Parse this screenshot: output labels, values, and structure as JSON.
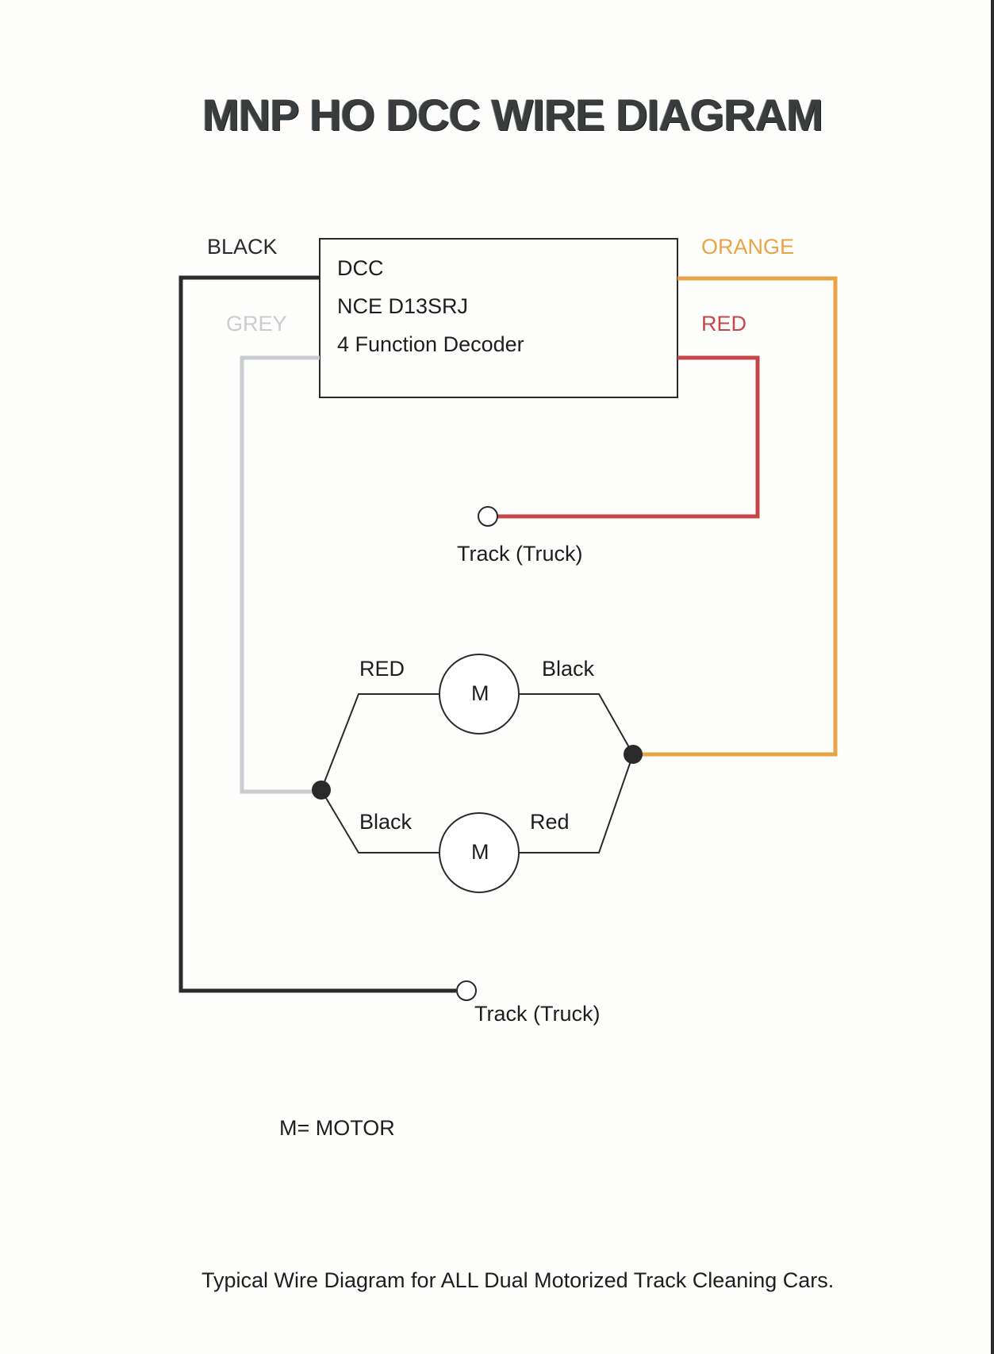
{
  "title": "MNP HO DCC WIRE DIAGRAM",
  "decoder": {
    "line1": "DCC",
    "line2": "NCE D13SRJ",
    "line3": "4 Function Decoder"
  },
  "wires": {
    "black": {
      "label": "BLACK",
      "color": "#2b2b2b"
    },
    "grey": {
      "label": "GREY",
      "color": "#c9cdcf"
    },
    "orange": {
      "label": "ORANGE",
      "color": "#e8a447"
    },
    "red": {
      "label": "RED",
      "color": "#c5474a"
    }
  },
  "track_truck_top": "Track (Truck)",
  "track_truck_bottom": "Track (Truck)",
  "motor_top": {
    "symbol": "M",
    "left_label": "RED",
    "right_label": "Black"
  },
  "motor_bottom": {
    "symbol": "M",
    "left_label": "Black",
    "right_label": "Red"
  },
  "legend": "M= MOTOR",
  "footer": "Typical Wire Diagram for ALL Dual Motorized Track Cleaning Cars."
}
